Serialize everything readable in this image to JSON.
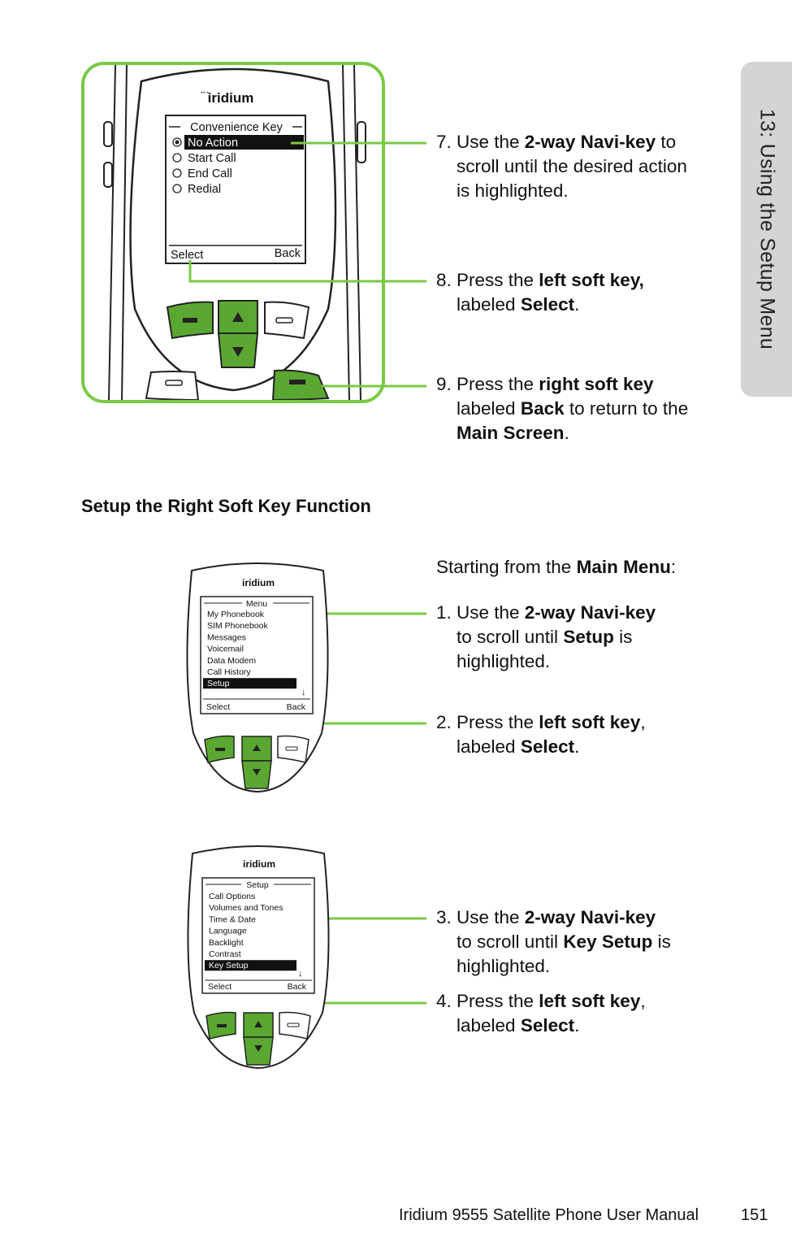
{
  "side_tab": "13: Using the Setup Menu",
  "colors": {
    "accent": "#7ac943",
    "softkey": "#5aa832",
    "tab_bg": "#d4d4d4"
  },
  "phone1": {
    "brand": "iridium",
    "screen_title": "Convenience Key",
    "options": [
      "No Action",
      "Start Call",
      "End Call",
      "Redial"
    ],
    "selected_index": 0,
    "left_soft": "Select",
    "right_soft": "Back"
  },
  "steps_top": [
    {
      "num": "7.",
      "lines": [
        [
          "Use the ",
          "",
          "2-way Navi-key",
          " to"
        ],
        [
          "scroll until the desired action",
          "",
          "",
          ""
        ],
        [
          "is highlighted.",
          "",
          "",
          ""
        ]
      ]
    },
    {
      "num": "8.",
      "lines": [
        [
          "Press the ",
          "",
          "left soft key,",
          ""
        ],
        [
          "labeled ",
          "",
          "Select",
          "."
        ]
      ]
    },
    {
      "num": "9.",
      "lines": [
        [
          "Press the ",
          "",
          "right soft key",
          ""
        ],
        [
          "labeled ",
          "",
          "Back",
          " to return to the"
        ],
        [
          "",
          "",
          "Main Screen",
          "."
        ]
      ]
    }
  ],
  "section_title": "Setup the Right Soft Key Function",
  "intro": {
    "text": "Starting from the ",
    "bold": "Main Menu",
    "tail": ":"
  },
  "phone2": {
    "brand": "iridium",
    "screen_title": "Menu",
    "items": [
      "My Phonebook",
      "SIM Phonebook",
      "Messages",
      "Voicemail",
      "Data Modem",
      "Call History",
      "Setup"
    ],
    "highlight_index": 6,
    "left_soft": "Select",
    "right_soft": "Back"
  },
  "steps_mid": [
    {
      "num": "1.",
      "lines": [
        [
          "Use the ",
          "",
          "2-way Navi-key",
          ""
        ],
        [
          "to scroll until ",
          "",
          "Setup",
          " is"
        ],
        [
          "highlighted.",
          "",
          "",
          ""
        ]
      ]
    },
    {
      "num": "2.",
      "lines": [
        [
          "Press the ",
          "",
          "left soft key",
          ","
        ],
        [
          "labeled ",
          "",
          "Select",
          "."
        ]
      ]
    }
  ],
  "phone3": {
    "brand": "iridium",
    "screen_title": "Setup",
    "items": [
      "Call Options",
      "Volumes and Tones",
      "Time & Date",
      "Language",
      "Backlight",
      "Contrast",
      "Key Setup"
    ],
    "highlight_index": 6,
    "left_soft": "Select",
    "right_soft": "Back"
  },
  "steps_bottom": [
    {
      "num": "3.",
      "lines": [
        [
          "Use the ",
          "",
          "2-way Navi-key",
          ""
        ],
        [
          "to scroll until ",
          "",
          "Key Setup",
          " is"
        ],
        [
          "highlighted.",
          "",
          "",
          ""
        ]
      ]
    },
    {
      "num": "4.",
      "lines": [
        [
          "Press the ",
          "",
          "left soft key",
          ","
        ],
        [
          "labeled ",
          "",
          "Select",
          "."
        ]
      ]
    }
  ],
  "footer": {
    "manual": "Iridium 9555 Satellite Phone User Manual",
    "page": "151"
  }
}
